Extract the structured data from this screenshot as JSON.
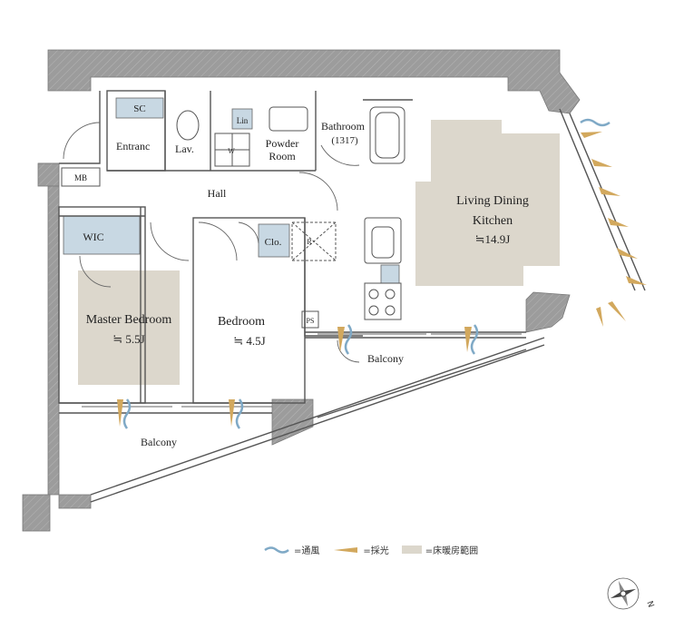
{
  "rooms": {
    "sc": "SC",
    "entrance": "Entranc",
    "lav": "Lav.",
    "lin": "Lin",
    "w": "W",
    "powder_room": [
      "Powder",
      "Room"
    ],
    "bathroom": [
      "Bathroom",
      "(1317)"
    ],
    "mb": "MB",
    "hall": "Hall",
    "wic": "WIC",
    "clo": "Clo.",
    "r": "R",
    "ldk": [
      "Living Dining",
      "Kitchen",
      "≒14.9J"
    ],
    "master_bedroom": [
      "Master Bedroom",
      "≒ 5.5J"
    ],
    "bedroom": [
      "Bedroom",
      "≒ 4.5J"
    ],
    "ps": "PS",
    "balcony_small": "Balcony",
    "balcony_main": "Balcony"
  },
  "legend": {
    "ventilation": "=通風",
    "daylight": "=採光",
    "floor_heating": "=床暖房範囲"
  },
  "compass": {
    "north": "N"
  },
  "colors": {
    "wall": "#9a9a9a",
    "floor_heating": "#dcd7cc",
    "storage": "#c8d8e3",
    "light_arrow": "#d2a85d",
    "wind_arrow": "#7fa9c6"
  }
}
